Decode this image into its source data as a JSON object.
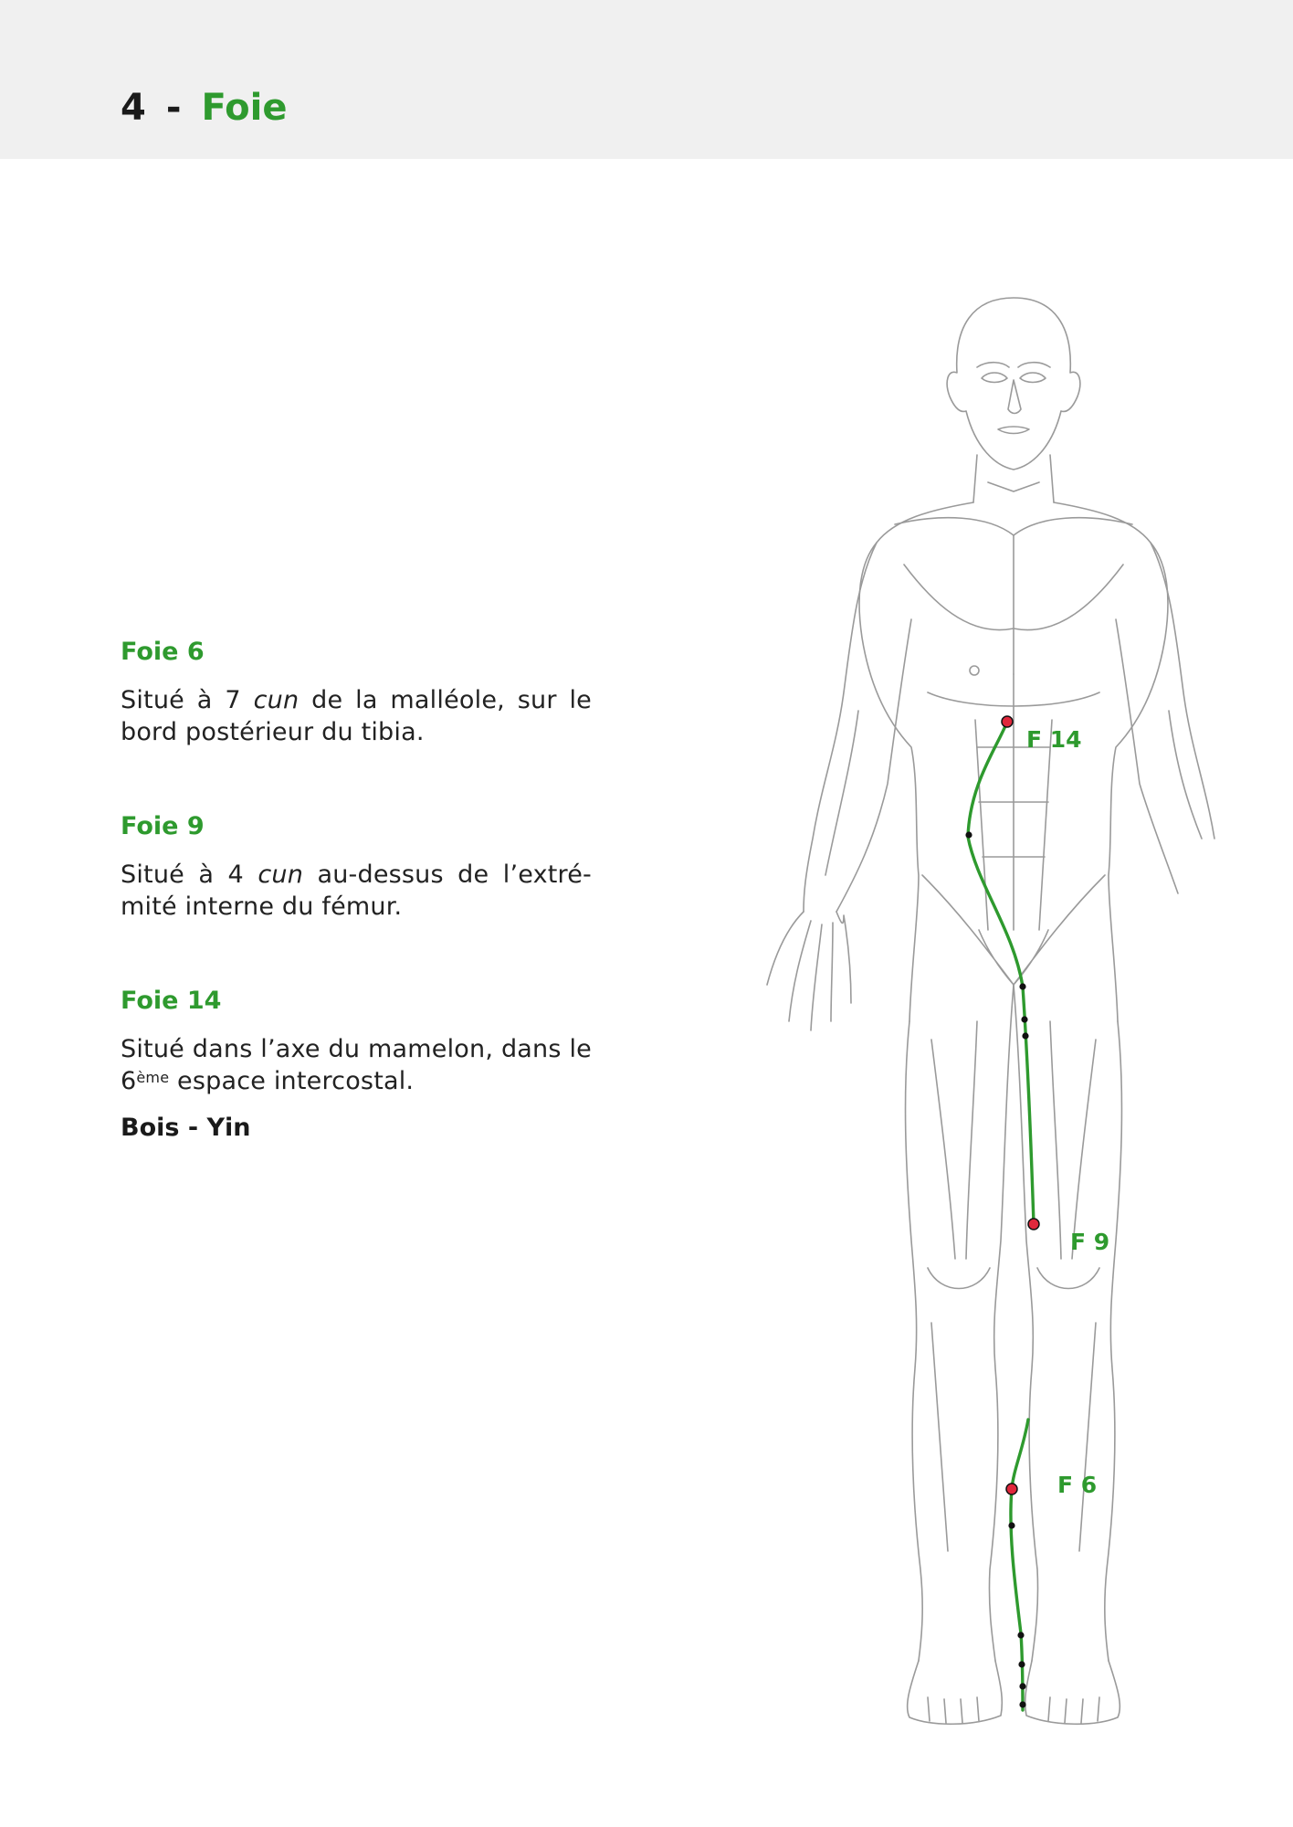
{
  "header": {
    "chapter_number": "4",
    "separator": "-",
    "chapter_title": "Foie"
  },
  "sections": [
    {
      "title": "Foie 6",
      "text_a": "Situé à 7 ",
      "text_em": "cun",
      "text_b": " de la malléole, sur le bord postérieur du tibia."
    },
    {
      "title": "Foie 9",
      "text_a": "Situé à 4 ",
      "text_em": "cun",
      "text_b": " au-dessus de l’extré-mité interne du fémur."
    },
    {
      "title": "Foie 14",
      "text_a": "Situé dans l’axe du mamelon, dans le 6",
      "text_sup": "ème",
      "text_b": " espace intercostal."
    }
  ],
  "element": "Bois - Yin",
  "figure": {
    "labels": {
      "f14": "F 14",
      "f9": "F 9",
      "f6": "F 6"
    },
    "colors": {
      "meridian": "#2e9a2e",
      "key_point": "#e0283c",
      "point": "#111111",
      "outline": "#9a9a9a"
    }
  }
}
